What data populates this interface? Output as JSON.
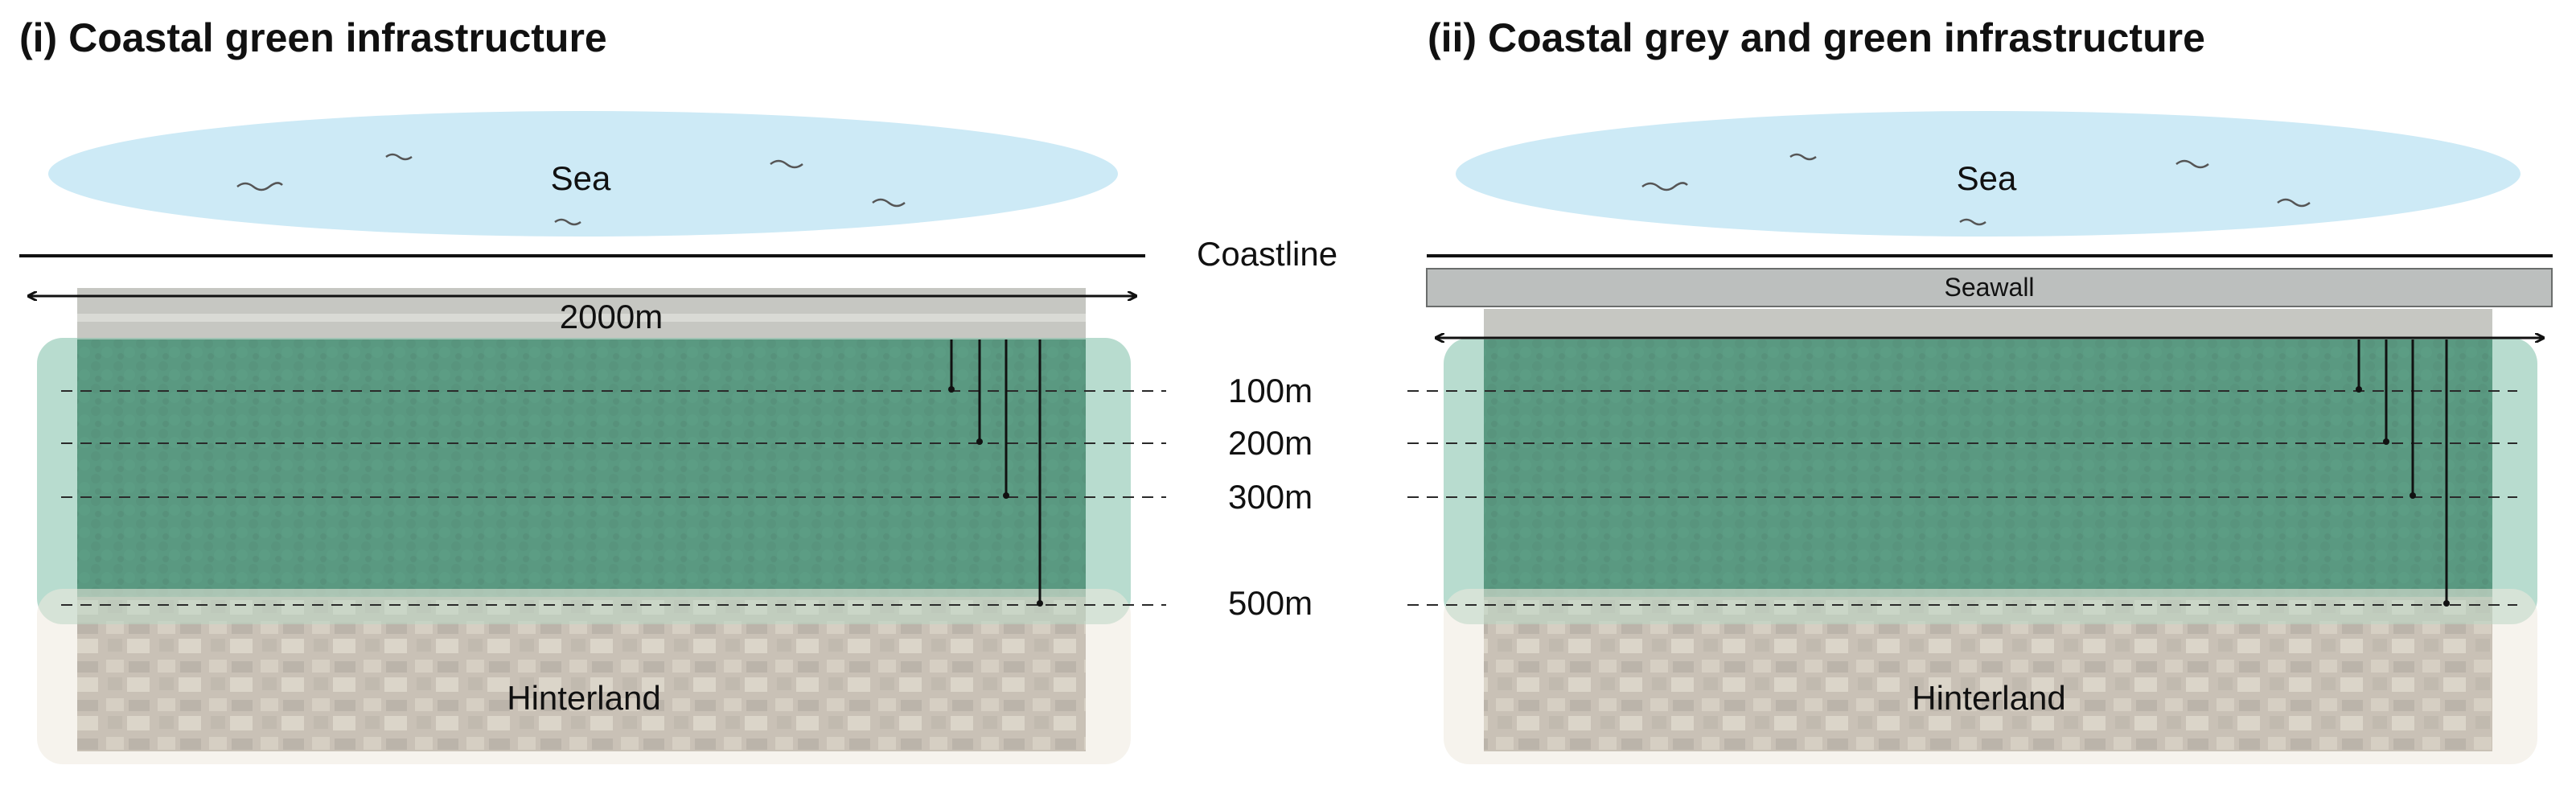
{
  "panels": [
    {
      "title": "(i) Coastal green infrastructure",
      "sea_label": "Sea",
      "hinterland_label": "Hinterland",
      "width_label": "2000m"
    },
    {
      "title": "(ii) Coastal grey and green infrastructure",
      "sea_label": "Sea",
      "hinterland_label": "Hinterland",
      "seawall_label": "Seawall"
    }
  ],
  "shared": {
    "coastline_label": "Coastline",
    "distance_labels": [
      "100m",
      "200m",
      "300m",
      "500m"
    ]
  },
  "colors": {
    "sea": "#cdeaf6",
    "forest": "#2f6a52",
    "forest_band": "#7ebfa8",
    "hinterland_band": "#efe9df",
    "urban": "#9b9186",
    "seawall": "#bcbfbe"
  }
}
